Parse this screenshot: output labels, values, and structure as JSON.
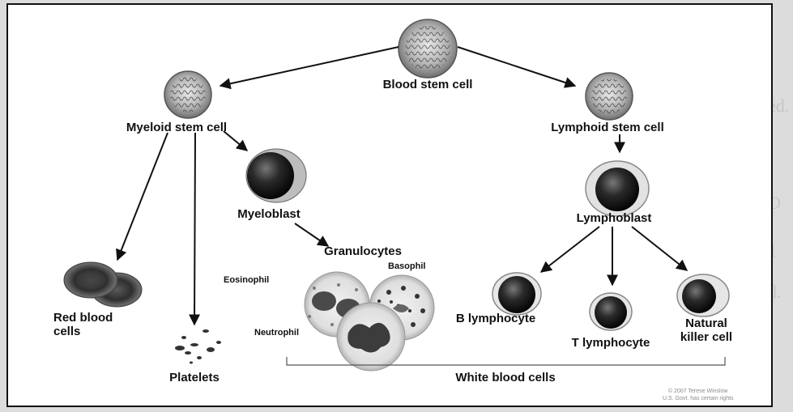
{
  "diagram": {
    "root": "Blood stem cell",
    "myeloid_stem": "Myeloid stem cell",
    "lymphoid_stem": "Lymphoid stem cell",
    "myeloblast": "Myeloblast",
    "lymphoblast": "Lymphoblast",
    "granulocytes": "Granulocytes",
    "eosinophil": "Eosinophil",
    "basophil": "Basophil",
    "neutrophil": "Neutrophil",
    "red_blood_cells_line1": "Red blood",
    "red_blood_cells_line2": "cells",
    "platelets": "Platelets",
    "b_lymphocyte": "B lymphocyte",
    "t_lymphocyte": "T lymphocyte",
    "nk_line1": "Natural",
    "nk_line2": "killer cell",
    "white_blood_cells": "White blood cells",
    "copyright_line1": "© 2007 Terese Winslow",
    "copyright_line2": "U.S. Govt. has certain rights"
  }
}
